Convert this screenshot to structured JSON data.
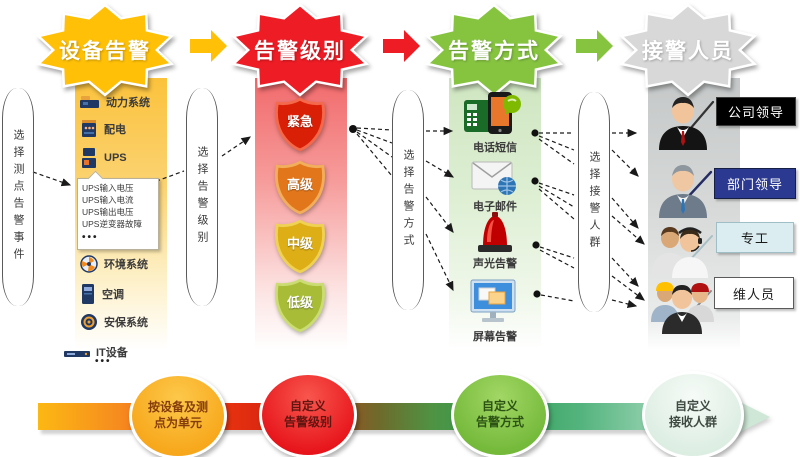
{
  "stages": [
    {
      "label": "设备告警",
      "fill": "#FFC007"
    },
    {
      "label": "告警级别",
      "fill": "#EE1C25"
    },
    {
      "label": "告警方式",
      "fill": "#86C440"
    },
    {
      "label": "接警人员",
      "fill": "#D8D8D8"
    }
  ],
  "flow_arrows": [
    {
      "fill": "#FFC007"
    },
    {
      "fill": "#EE1C25"
    },
    {
      "fill": "#86C440"
    }
  ],
  "brackets": {
    "b1": "选择测点告警事件",
    "b2": "选择告警级别",
    "b3": "选择告警方式",
    "b4": "选择接警人群"
  },
  "devices": {
    "items": [
      "动力系统",
      "配电",
      "UPS",
      "环境系统",
      "空调",
      "安保系统",
      "IT设备"
    ],
    "more": "•••"
  },
  "ups_tooltip": {
    "lines": [
      "UPS输入电压",
      "UPS输入电流",
      "UPS输出电压",
      "UPS逆变器故障"
    ],
    "more": "•••"
  },
  "levels": [
    {
      "label": "紧急",
      "fill": "#D92007",
      "ring": "#F4694B"
    },
    {
      "label": "高级",
      "fill": "#E2761B",
      "ring": "#F2AE5A"
    },
    {
      "label": "中级",
      "fill": "#DDAE15",
      "ring": "#EFD153"
    },
    {
      "label": "低级",
      "fill": "#A8BC38",
      "ring": "#CBDC72"
    }
  ],
  "methods": [
    "电话短信",
    "电子邮件",
    "声光告警",
    "屏幕告警"
  ],
  "recipients": [
    {
      "label": "公司领导",
      "bg": "#000000",
      "fg": "#FFFFFF",
      "border": "#3b3b3b"
    },
    {
      "label": "部门领导",
      "bg": "#2B3990",
      "fg": "#FFFFFF",
      "border": "#161F44"
    },
    {
      "label": "专工",
      "bg": "#DCEDF1",
      "fg": "#1a1a1a",
      "border": "#9FBEC6"
    },
    {
      "label": "维人员",
      "bg": "#FFFFFF",
      "fg": "#1a1a1a",
      "border": "#5a5a5a"
    }
  ],
  "timeline": {
    "steps": [
      {
        "label": "按设备及测\n点为单元",
        "fg": "#843C0C",
        "c1": "#FDC84A",
        "c2": "#F7A71B"
      },
      {
        "label": "自定义\n告警级别",
        "fg": "#611511",
        "c1": "#F8564E",
        "c2": "#E7151B"
      },
      {
        "label": "自定义\n告警方式",
        "fg": "#2C5313",
        "c1": "#A2D765",
        "c2": "#74B93A"
      },
      {
        "label": "自定义\n接收人群",
        "fg": "#3F4A42",
        "c1": "#F6FBF7",
        "c2": "#DCEDE2"
      }
    ]
  }
}
